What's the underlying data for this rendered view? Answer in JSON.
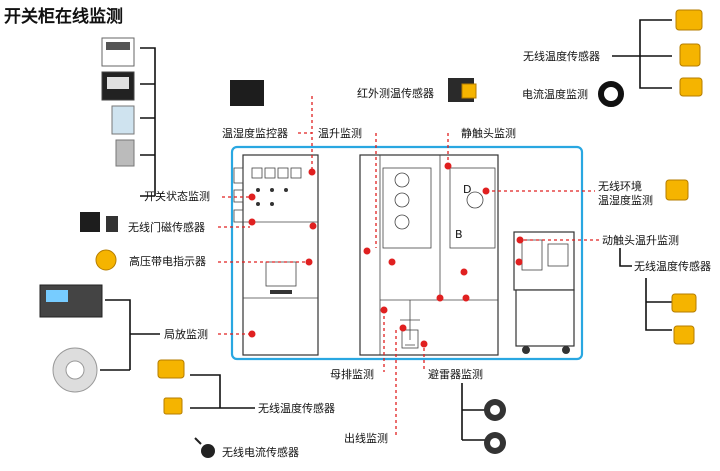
{
  "title": "开关柜在线监测",
  "labels": {
    "switch_status": "开关状态监测",
    "door_sensor": "无线门磁传感器",
    "hv_indicator": "高压带电指示器",
    "partial_discharge": "局放监测",
    "wireless_temp_bottom": "无线温度传感器",
    "wireless_current": "无线电流传感器",
    "outgoing_line": "出线监测",
    "busbar": "母排监测",
    "arrester": "避雷器监测",
    "humidity_controller": "温湿度监控器",
    "infrared_temp": "红外测温传感器",
    "temp_rise": "温升监测",
    "static_contact": "静触头监测",
    "wireless_temp_top": "无线温度传感器",
    "current_temp": "电流温度监测",
    "env_line1": "无线环境",
    "env_line2": "温湿度监测",
    "moving_contact": "动触头温升监测",
    "wireless_temp_right": "无线温度传感器",
    "letter_d": "D",
    "letter_b": "B"
  },
  "colors": {
    "accent_blue": "#29a7e1",
    "marker_red": "#e02020",
    "sensor_yellow": "#f5b400"
  }
}
